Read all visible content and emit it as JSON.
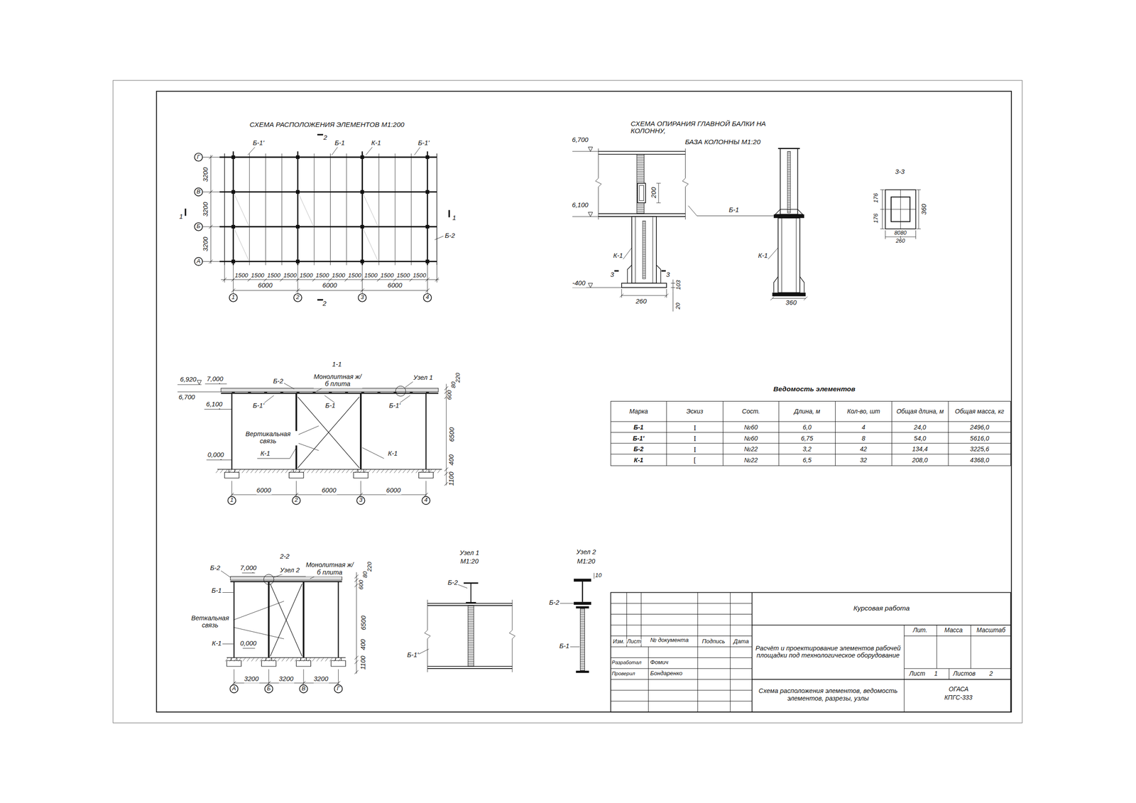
{
  "diagram": {
    "nodes": [
      {
        "text": [
          "Г"
        ]
      },
      {
        "text": [
          "В"
        ]
      },
      {
        "text": [
          "Б"
        ]
      },
      {
        "text": [
          "А"
        ]
      },
      {
        "text": [
          "1"
        ]
      },
      {
        "text": [
          "2"
        ]
      },
      {
        "text": [
          "3"
        ]
      },
      {
        "text": [
          "4"
        ]
      },
      {
        "text": [
          "1"
        ]
      },
      {
        "text": [
          "2"
        ]
      },
      {
        "text": [
          "3"
        ]
      },
      {
        "text": [
          "4"
        ]
      },
      {
        "text": [
          "А"
        ]
      },
      {
        "text": [
          "Б"
        ]
      },
      {
        "text": [
          "В"
        ]
      },
      {
        "text": [
          "Г"
        ]
      }
    ],
    "labels": [
      "СХЕМА РАСПОЛОЖЕНИЯ ЭЛЕМЕНТОВ М1:200",
      "Б-1'",
      "2",
      "Б-1",
      "К-1",
      "Б-1'",
      "3200",
      "3200",
      "3200",
      "1",
      "1",
      "Б-2",
      "1500",
      "1500",
      "1500",
      "1500",
      "1500",
      "1500",
      "1500",
      "1500",
      "1500",
      "1500",
      "1500",
      "1500",
      "6000",
      "6000",
      "6000",
      "2",
      "СХЕМА ОПИРАНИЯ ГЛАВНОЙ БАЛКИ НА КОЛОННУ,",
      "БАЗА КОЛОННЫ М1:20",
      "6,700",
      "6,100",
      "200",
      "Б-1",
      "К-1",
      "К-1",
      "3",
      "3",
      "-400",
      "103",
      "20",
      "260",
      "360",
      "3-3",
      "176",
      "176",
      "360",
      "8080",
      "260",
      "1-1",
      "Монолитная ж/б плита",
      "Б-2",
      "Узел 1",
      "6,920",
      "6,700",
      "7,000",
      "6,100",
      "600",
      "80",
      "220",
      "Б-1'",
      "Б-1",
      "Б-1'",
      "Вертикальная связь",
      "0,000",
      "К-1",
      "К-1",
      "6500",
      "400",
      "1100",
      "6000",
      "6000",
      "6000",
      "2-2",
      "Б-2",
      "7,000",
      "Узел 2",
      "Монолитная ж/б плита",
      "600",
      "80",
      "220",
      "Б-1",
      "Веткальная связь",
      "К-1",
      "0,000",
      "6500",
      "400",
      "1100",
      "3200",
      "3200",
      "3200",
      "Узел 1",
      "М1:20",
      "Б-2",
      "Б-1'",
      "Узел 2",
      "М1:20",
      "10",
      "Б-2",
      "Б-1",
      "Ведомость элементов",
      "Марка",
      "Эскиз",
      "Сост.",
      "Длина, м",
      "Кол-во, шт",
      "Общая длина, м",
      "Общая масса, кг",
      "Б-1",
      "I",
      "№60",
      "6,0",
      "4",
      "24,0",
      "2496,0",
      "Б-1'",
      "I",
      "№60",
      "6,75",
      "8",
      "54,0",
      "5616,0",
      "Б-2",
      "I",
      "№22",
      "3,2",
      "42",
      "134,4",
      "3225,6",
      "К-1",
      "[",
      "№22",
      "6,5",
      "32",
      "208,0",
      "4368,0",
      "Курсовая работа",
      "Изм.",
      "Лист",
      "№ документа",
      "Подпись",
      "Дата",
      "Разработал",
      "Фомич",
      "Проверил",
      "Бондаренко",
      "Расчёт и проектирование элементов рабочей площадки под технологическое оборудование",
      "Лит.",
      "Масса",
      "Масштаб",
      "Лист",
      "1",
      "Листов",
      "2",
      "Схема расположения элементов, ведомость элементов, разрезы, узлы",
      "ОГАСА",
      "КПГС-333"
    ]
  }
}
